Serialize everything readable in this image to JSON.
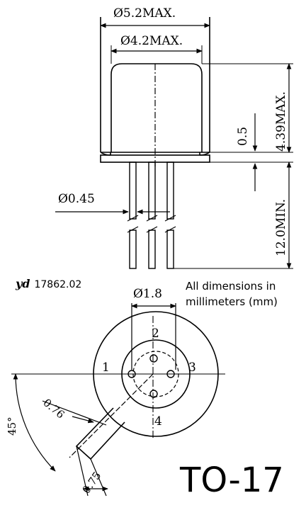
{
  "dimensions": {
    "body_diameter": "Ø5.2MAX.",
    "cap_diameter": "Ø4.2MAX.",
    "rim_height": "0.5",
    "body_height": "4.39MAX.",
    "lead_length": "12.0MIN.",
    "lead_diameter": "Ø0.45",
    "pin_circle": "Ø1.8",
    "tab_width": "0.76",
    "tab_length": "0.75",
    "tab_angle": "45°"
  },
  "pins": [
    "1",
    "2",
    "3",
    "4"
  ],
  "brand": {
    "logo": "yd",
    "code": "17862.02"
  },
  "note": {
    "line1": "All dimensions in",
    "line2": "millimeters (mm)"
  },
  "package_name": "TO-17"
}
